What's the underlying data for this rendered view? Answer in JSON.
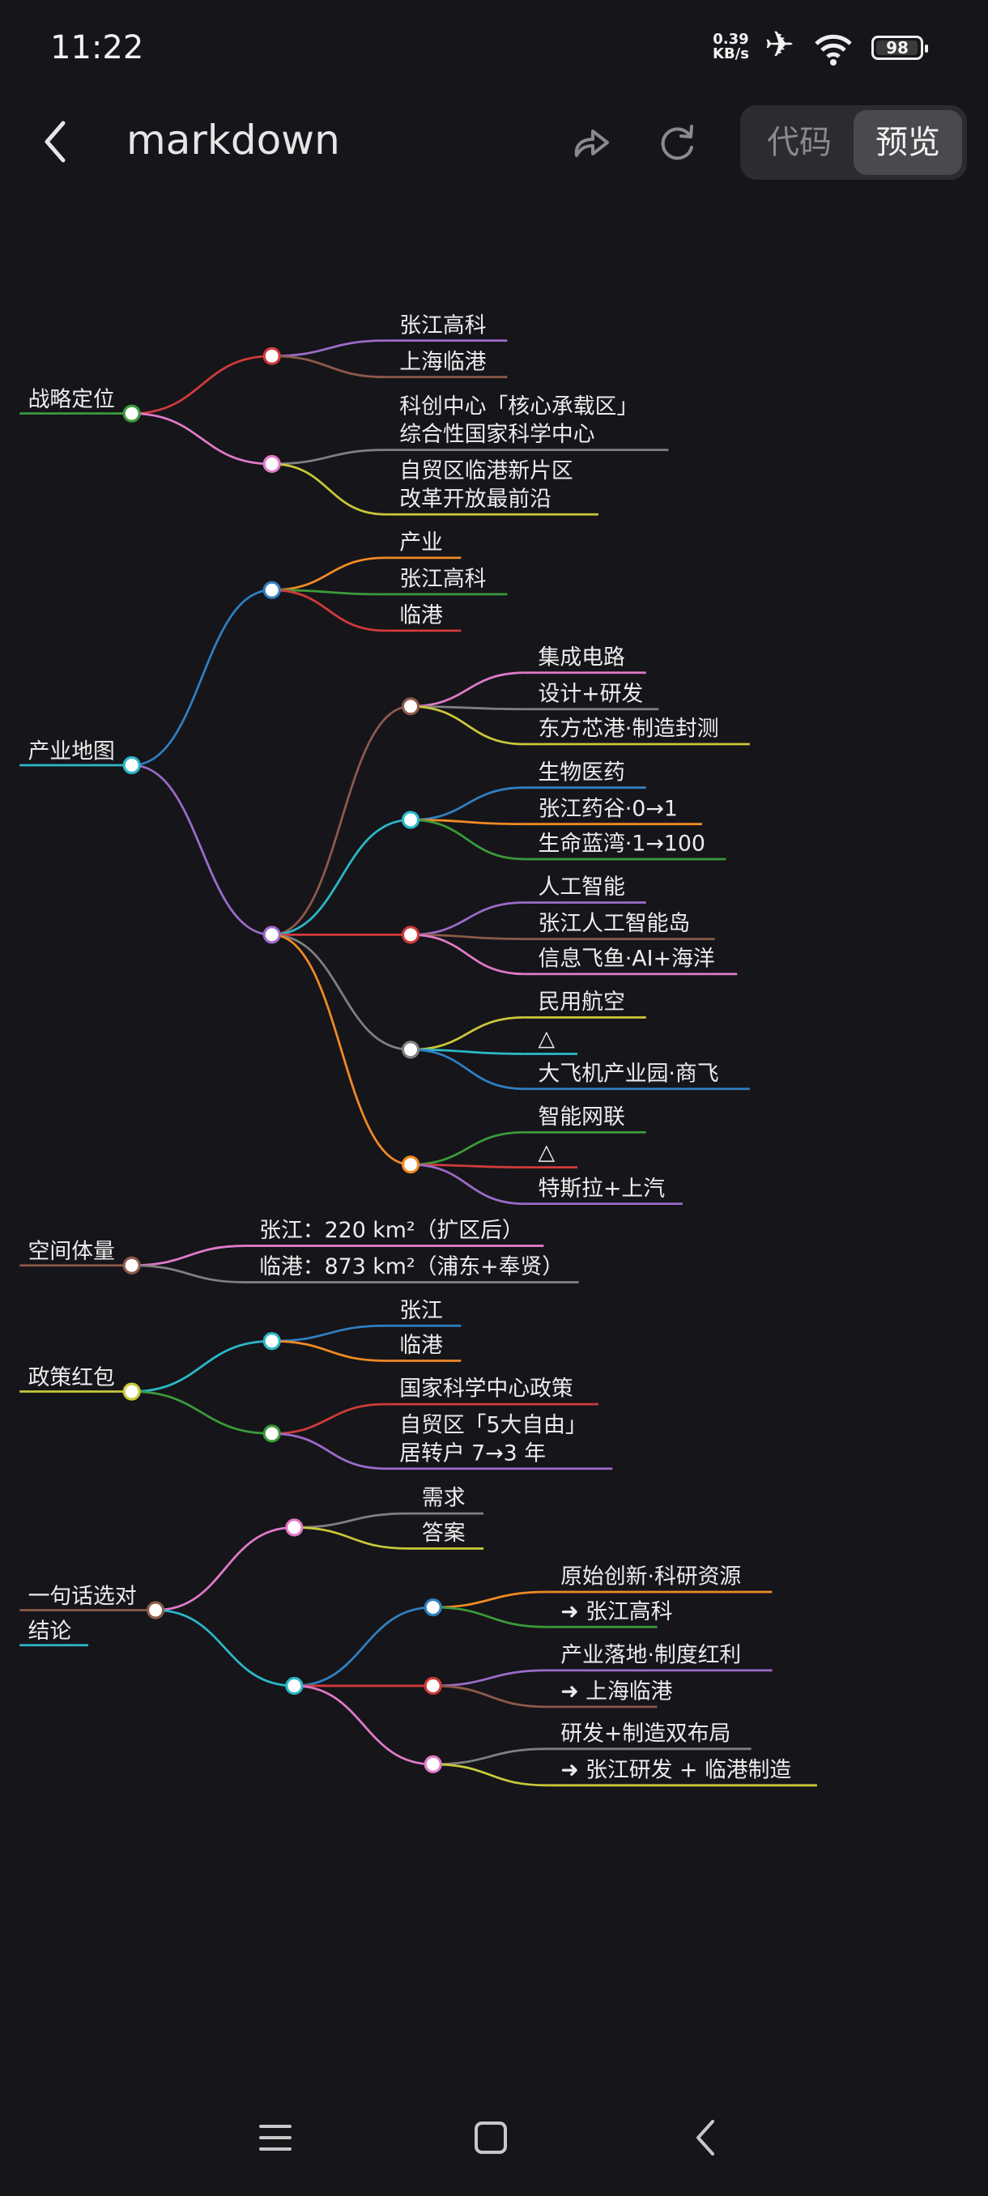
{
  "status_bar": {
    "time": "11:22",
    "net_speed_value": "0.39",
    "net_speed_unit": "KB/s",
    "battery": "98",
    "battery_level_percent": 98,
    "icons": [
      "airplane-mode-icon",
      "wifi-icon",
      "battery-icon"
    ]
  },
  "header": {
    "title": "markdown",
    "back_icon": "chevron-left-icon",
    "share_icon": "share-icon",
    "refresh_icon": "refresh-icon",
    "tabs": [
      {
        "label": "代码",
        "selected": false
      },
      {
        "label": "预览",
        "selected": true
      }
    ]
  },
  "mindmap": {
    "roots": [
      {
        "label": [
          "战略定位"
        ],
        "color": "#3a9a3a",
        "children": [
          {
            "color": "#d13b3b",
            "children": [
              {
                "label": [
                  "张江高科"
                ],
                "color": "#9b6bc9"
              },
              {
                "label": [
                  "上海临港"
                ],
                "color": "#8c5a4a"
              }
            ]
          },
          {
            "color": "#e07ac8",
            "children": [
              {
                "label": [
                  "科创中心「核心承载区」",
                  "综合性国家科学中心"
                ],
                "color": "#808080"
              },
              {
                "label": [
                  "自贸区临港新片区",
                  "改革开放最前沿"
                ],
                "color": "#c8c83a"
              }
            ]
          }
        ]
      },
      {
        "label": [
          "产业地图"
        ],
        "color": "#2ab8c8",
        "children": [
          {
            "color": "#2f7fc1",
            "children": [
              {
                "label": [
                  "产业"
                ],
                "color": "#f08a24"
              },
              {
                "label": [
                  "张江高科"
                ],
                "color": "#3a9a3a"
              },
              {
                "label": [
                  "临港"
                ],
                "color": "#d13b3b"
              }
            ]
          },
          {
            "color": "#9b6bc9",
            "children": [
              {
                "color": "#8c5a4a",
                "children": [
                  {
                    "label": [
                      "集成电路"
                    ],
                    "color": "#e07ac8"
                  },
                  {
                    "label": [
                      "设计+研发"
                    ],
                    "color": "#808080"
                  },
                  {
                    "label": [
                      "东方芯港·制造封测"
                    ],
                    "color": "#c8c83a"
                  }
                ]
              },
              {
                "color": "#2ab8c8",
                "children": [
                  {
                    "label": [
                      "生物医药"
                    ],
                    "color": "#2f7fc1"
                  },
                  {
                    "label": [
                      "张江药谷·0→1"
                    ],
                    "color": "#f08a24"
                  },
                  {
                    "label": [
                      "生命蓝湾·1→100"
                    ],
                    "color": "#3a9a3a"
                  }
                ]
              },
              {
                "color": "#d13b3b",
                "children": [
                  {
                    "label": [
                      "人工智能"
                    ],
                    "color": "#9b6bc9"
                  },
                  {
                    "label": [
                      "张江人工智能岛"
                    ],
                    "color": "#8c5a4a"
                  },
                  {
                    "label": [
                      "信息飞鱼·AI+海洋"
                    ],
                    "color": "#e07ac8"
                  }
                ]
              },
              {
                "color": "#808080",
                "children": [
                  {
                    "label": [
                      "民用航空"
                    ],
                    "color": "#c8c83a"
                  },
                  {
                    "label": [
                      "△"
                    ],
                    "color": "#2ab8c8"
                  },
                  {
                    "label": [
                      "大飞机产业园·商飞"
                    ],
                    "color": "#2f7fc1"
                  }
                ]
              },
              {
                "color": "#f08a24",
                "children": [
                  {
                    "label": [
                      "智能网联"
                    ],
                    "color": "#3a9a3a"
                  },
                  {
                    "label": [
                      "△"
                    ],
                    "color": "#d13b3b"
                  },
                  {
                    "label": [
                      "特斯拉+上汽"
                    ],
                    "color": "#9b6bc9"
                  }
                ]
              }
            ]
          }
        ]
      },
      {
        "label": [
          "空间体量"
        ],
        "color": "#8c5a4a",
        "children": [
          {
            "label": [
              "张江：220 km²（扩区后）"
            ],
            "color": "#e07ac8"
          },
          {
            "label": [
              "临港：873 km²（浦东+奉贤）"
            ],
            "color": "#808080"
          }
        ]
      },
      {
        "label": [
          "政策红包"
        ],
        "color": "#c8c83a",
        "children": [
          {
            "color": "#2ab8c8",
            "children": [
              {
                "label": [
                  "张江"
                ],
                "color": "#2f7fc1"
              },
              {
                "label": [
                  "临港"
                ],
                "color": "#f08a24"
              }
            ]
          },
          {
            "color": "#3a9a3a",
            "children": [
              {
                "label": [
                  "国家科学中心政策"
                ],
                "color": "#d13b3b"
              },
              {
                "label": [
                  "自贸区「5大自由」",
                  "居转户 7→3 年"
                ],
                "color": "#9b6bc9"
              }
            ]
          }
        ]
      },
      {
        "label": [
          "一句话选对",
          "结论"
        ],
        "label_line_colors": [
          "#8c5a4a",
          "#2ab8c8"
        ],
        "color": "#8c5a4a",
        "children": [
          {
            "color": "#e07ac8",
            "children": [
              {
                "label": [
                  "需求"
                ],
                "color": "#808080"
              },
              {
                "label": [
                  "答案"
                ],
                "color": "#c8c83a"
              }
            ]
          },
          {
            "color": "#2ab8c8",
            "children": [
              {
                "color": "#2f7fc1",
                "children": [
                  {
                    "label": [
                      "原始创新·科研资源"
                    ],
                    "color": "#f08a24"
                  },
                  {
                    "label": [
                      "➜ 张江高科"
                    ],
                    "color": "#3a9a3a"
                  }
                ]
              },
              {
                "color": "#d13b3b",
                "children": [
                  {
                    "label": [
                      "产业落地·制度红利"
                    ],
                    "color": "#9b6bc9"
                  },
                  {
                    "label": [
                      "➜ 上海临港"
                    ],
                    "color": "#8c5a4a"
                  }
                ]
              },
              {
                "color": "#e07ac8",
                "children": [
                  {
                    "label": [
                      "研发+制造双布局"
                    ],
                    "color": "#808080"
                  },
                  {
                    "label": [
                      "➜ 张江研发 + 临港制造"
                    ],
                    "color": "#c8c83a"
                  }
                ]
              }
            ]
          }
        ]
      }
    ]
  },
  "nav_bar": {
    "icons": [
      "menu-icon",
      "home-icon",
      "back-icon"
    ]
  }
}
